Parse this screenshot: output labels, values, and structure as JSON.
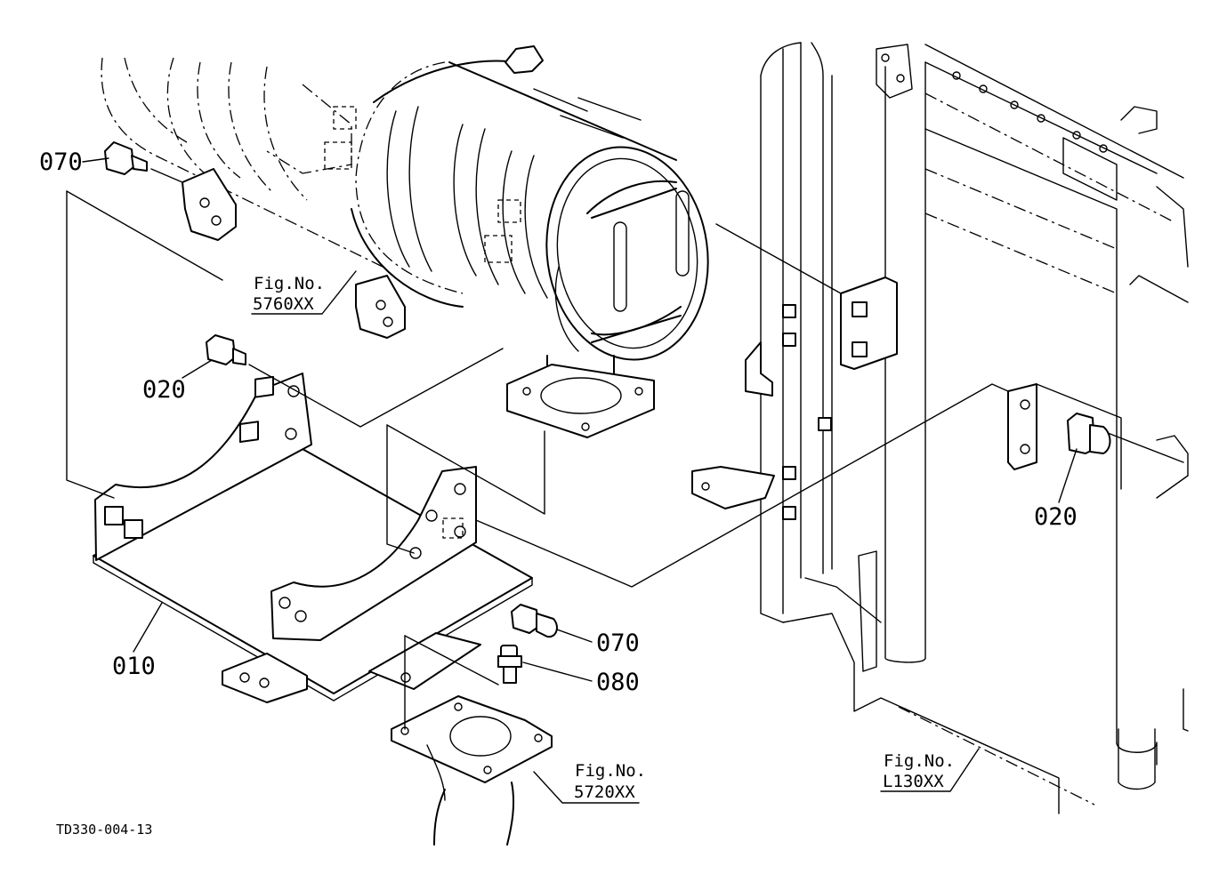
{
  "callouts": {
    "c070_top": "070",
    "c020_left": "020",
    "c020_right": "020",
    "c070_bottom": "070",
    "c080": "080",
    "c010": "010"
  },
  "fig_refs": {
    "muffler": {
      "label": "Fig.No.",
      "number": "5760XX"
    },
    "flange": {
      "label": "Fig.No.",
      "number": "5720XX"
    },
    "frame": {
      "label": "Fig.No.",
      "number": "L130XX"
    }
  },
  "drawing_code": "TD330-004-13"
}
